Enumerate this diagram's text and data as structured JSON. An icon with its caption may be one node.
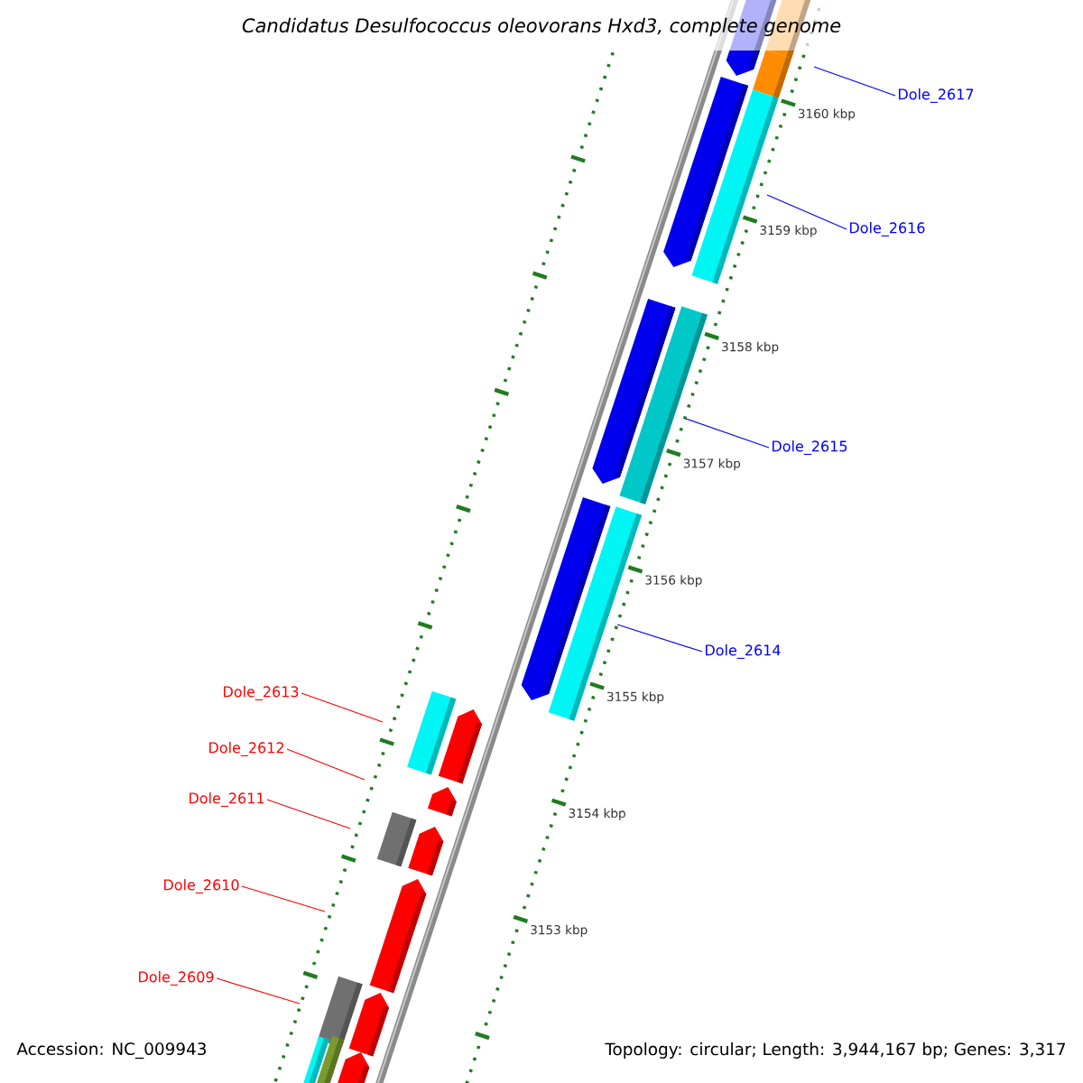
{
  "diagram": {
    "title": "Candidatus Desulfococcus oleovorans Hxd3, complete genome",
    "nodes": [
      {
        "text": [
          "Dole_2617"
        ]
      },
      {
        "text": [
          "Dole_2616"
        ]
      },
      {
        "text": [
          "Dole_2615"
        ]
      },
      {
        "text": [
          "Dole_2614"
        ]
      },
      {
        "text": [
          "Dole_2613"
        ]
      },
      {
        "text": [
          "Dole_2612"
        ]
      },
      {
        "text": [
          "Dole_2611"
        ]
      },
      {
        "text": [
          "Dole_2610"
        ]
      },
      {
        "text": [
          "Dole_2609"
        ]
      }
    ],
    "edges": [
      {
        "from": 0,
        "to": null,
        "arrow": "none",
        "color": "#0000ff"
      },
      {
        "from": 1,
        "to": null,
        "arrow": "none",
        "color": "#0000ff"
      },
      {
        "from": 2,
        "to": null,
        "arrow": "none",
        "color": "#0000ff"
      },
      {
        "from": 3,
        "to": null,
        "arrow": "none",
        "color": "#0000ff"
      },
      {
        "from": 4,
        "to": null,
        "arrow": "none",
        "color": "#ff0000"
      },
      {
        "from": 5,
        "to": null,
        "arrow": "none",
        "color": "#ff0000"
      },
      {
        "from": 6,
        "to": null,
        "arrow": "none",
        "color": "#ff0000"
      },
      {
        "from": 7,
        "to": null,
        "arrow": "none",
        "color": "#ff0000"
      },
      {
        "from": 8,
        "to": null,
        "arrow": "none",
        "color": "#ff0000"
      }
    ],
    "labels": [
      "3160 kbp",
      "3159 kbp",
      "3158 kbp",
      "3157 kbp",
      "3156 kbp",
      "3155 kbp",
      "3154 kbp",
      "3153 kbp",
      "Accession: NC_009943",
      "Topology: circular; Length: 3,944,167 bp; Genes: 3,317"
    ]
  }
}
